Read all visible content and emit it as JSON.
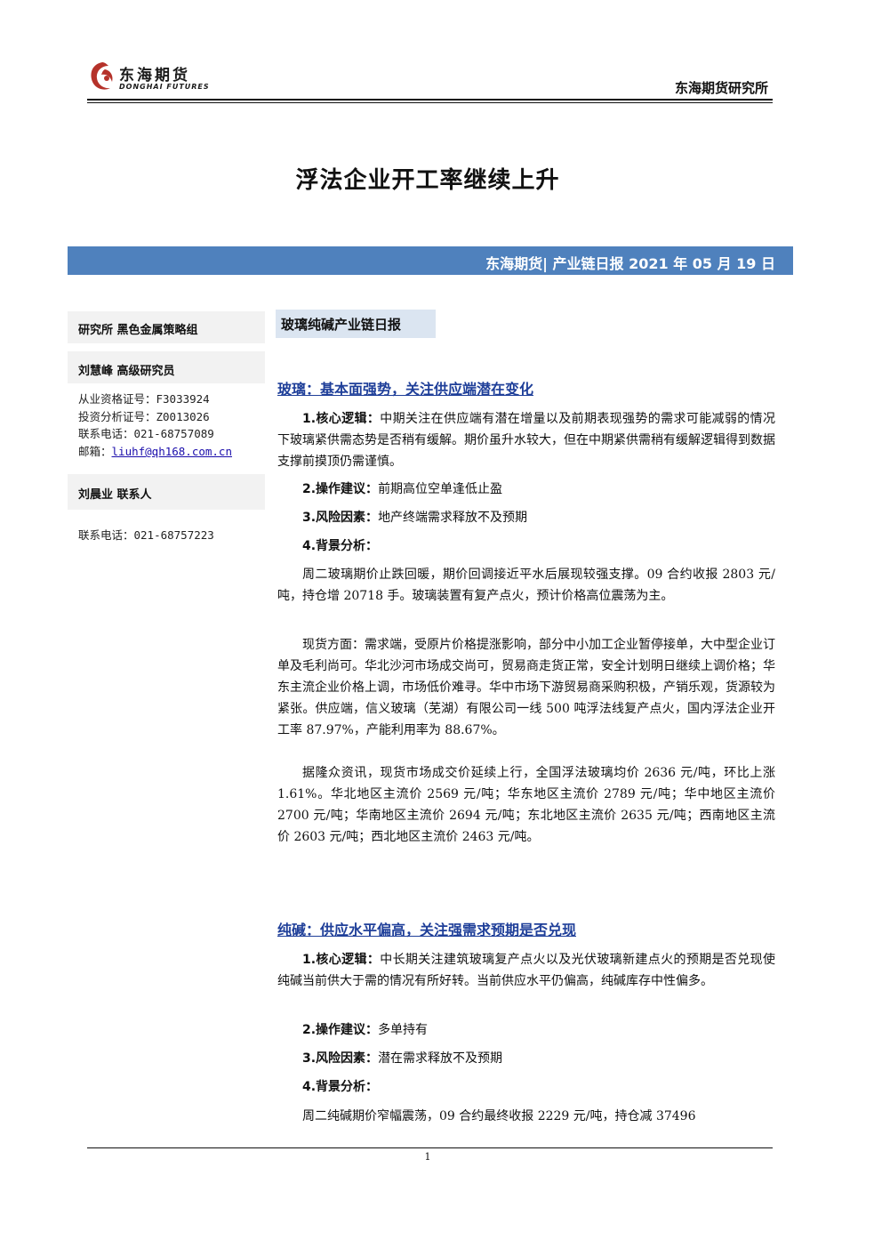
{
  "header": {
    "logo_cn": "东海期货",
    "logo_en": "DONGHAI FUTURES",
    "institute": "东海期货研究所"
  },
  "title": "浮法企业开工率继续上升",
  "banner": "东海期货| 产业链日报 2021 年 05 月 19 日",
  "sidebar": {
    "team_label": "研究所  黑色金属策略组",
    "analyst1_name": "刘慧峰  高级研究员",
    "analyst1_lines": [
      "从业资格证号：F3033924",
      "投资分析证号：Z0013026",
      "联系电话：021-68757089"
    ],
    "analyst1_email_label": "邮箱：",
    "analyst1_email": "liuhf@qh168.com.cn",
    "analyst2_name": "刘晨业    联系人",
    "analyst2_phone": "联系电话：021-68757223"
  },
  "section_tag": "玻璃纯碱产业链日报",
  "glass": {
    "heading": "玻璃：基本面强势，关注供应端潜在变化",
    "core_label": "1.核心逻辑：",
    "core_text": "中期关注在供应端有潜在增量以及前期表现强势的需求可能减弱的情况下玻璃紧供需态势是否稍有缓解。期价虽升水较大，但在中期紧供需稍有缓解逻辑得到数据支撑前摸顶仍需谨慎。",
    "op_label": "2.操作建议：",
    "op_text": "前期高位空单逢低止盈",
    "risk_label": "3.风险因素：",
    "risk_text": "地产终端需求释放不及预期",
    "bg_label": "4.背景分析：",
    "bg_p1": "周二玻璃期价止跌回暖，期价回调接近平水后展现较强支撑。09 合约收报 2803 元/吨，持仓增 20718 手。玻璃装置有复产点火，预计价格高位震荡为主。",
    "bg_p2": "现货方面：需求端，受原片价格提涨影响，部分中小加工企业暂停接单，大中型企业订单及毛利尚可。华北沙河市场成交尚可，贸易商走货正常，安全计划明日继续上调价格；华东主流企业价格上调，市场低价难寻。华中市场下游贸易商采购积极，产销乐观，货源较为紧张。供应端，信义玻璃（芜湖）有限公司一线 500 吨浮法线复产点火，国内浮法企业开工率 87.97%，产能利用率为 88.67%。",
    "bg_p3": "据隆众资讯，现货市场成交价延续上行，全国浮法玻璃均价 2636 元/吨，环比上涨 1.61%。华北地区主流价 2569 元/吨；华东地区主流价 2789 元/吨；华中地区主流价 2700 元/吨；华南地区主流价 2694 元/吨；东北地区主流价 2635 元/吨；西南地区主流价 2603 元/吨；西北地区主流价 2463 元/吨。"
  },
  "soda": {
    "heading": "纯碱：供应水平偏高，关注强需求预期是否兑现",
    "core_label": "1.核心逻辑：",
    "core_text": "中长期关注建筑玻璃复产点火以及光伏玻璃新建点火的预期是否兑现使纯碱当前供大于需的情况有所好转。当前供应水平仍偏高，纯碱库存中性偏多。",
    "op_label": "2.操作建议：",
    "op_text": "多单持有",
    "risk_label": "3.风险因素：",
    "risk_text": "潜在需求释放不及预期",
    "bg_label": "4.背景分析：",
    "bg_p1": "周二纯碱期价窄幅震荡，09 合约最终收报 2229 元/吨，持仓减 37496"
  },
  "footer": {
    "page": "1"
  },
  "colors": {
    "banner": "#4f81bd",
    "tag_bg": "#dbe5f1",
    "heading": "#1f3f99",
    "logo_red": "#b5322a"
  }
}
